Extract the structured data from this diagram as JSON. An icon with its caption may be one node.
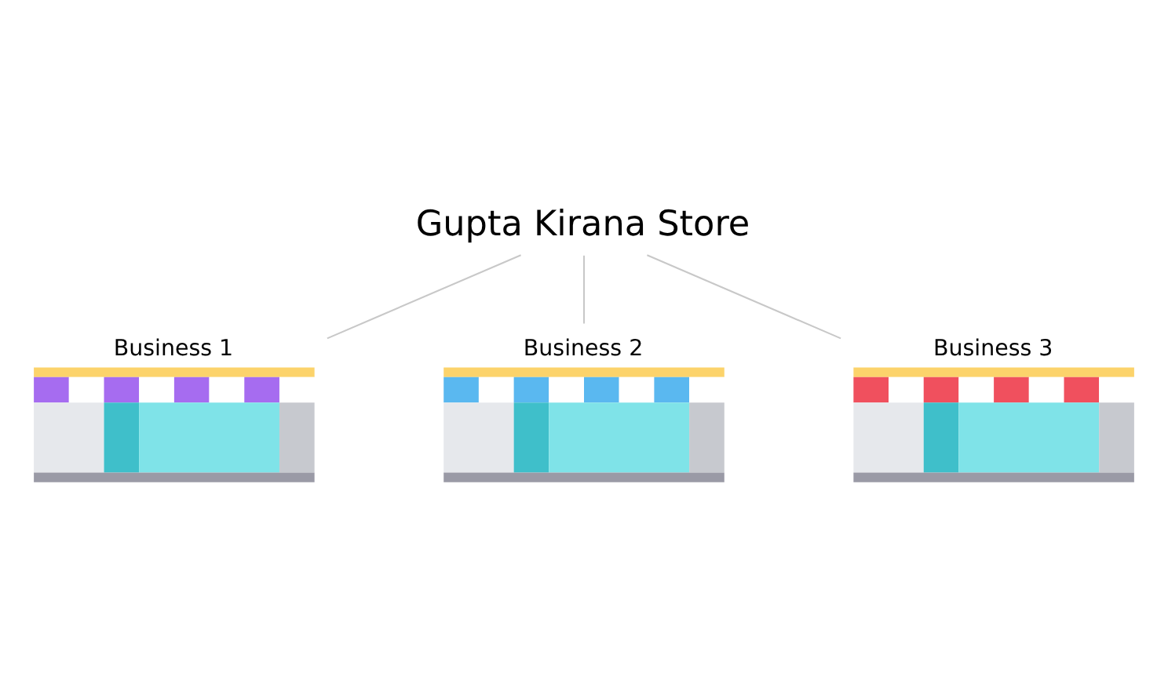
{
  "diagram": {
    "nodes": [
      {
        "text": [
          "Gupta Kirana Store"
        ]
      },
      {
        "text": [
          "Business 1"
        ]
      },
      {
        "text": [
          "Business 2"
        ]
      },
      {
        "text": [
          "Business 3"
        ]
      }
    ],
    "edges": [
      {
        "from": 0,
        "to": 1,
        "arrow": "none"
      },
      {
        "from": 0,
        "to": 2,
        "arrow": "none"
      },
      {
        "from": 0,
        "to": 3,
        "arrow": "none"
      }
    ]
  }
}
